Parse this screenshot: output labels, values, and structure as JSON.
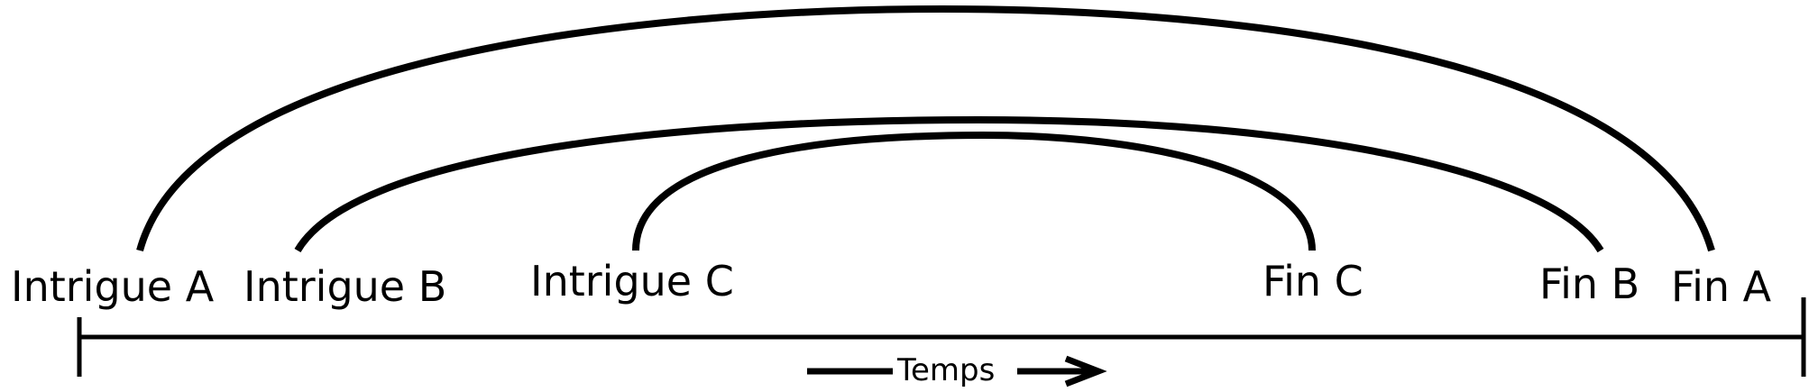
{
  "diagram": {
    "labels": {
      "intrigue_a": "Intrigue A",
      "intrigue_b": "Intrigue B",
      "intrigue_c": "Intrigue C",
      "fin_c": "Fin C",
      "fin_b": "Fin B",
      "fin_a": "Fin A"
    },
    "axis_label": "Temps",
    "arcs": [
      {
        "from": "Intrigue A",
        "to": "Fin A"
      },
      {
        "from": "Intrigue B",
        "to": "Fin B"
      },
      {
        "from": "Intrigue C",
        "to": "Fin C"
      }
    ],
    "colors": {
      "stroke": "#000000",
      "background": "#ffffff"
    }
  }
}
